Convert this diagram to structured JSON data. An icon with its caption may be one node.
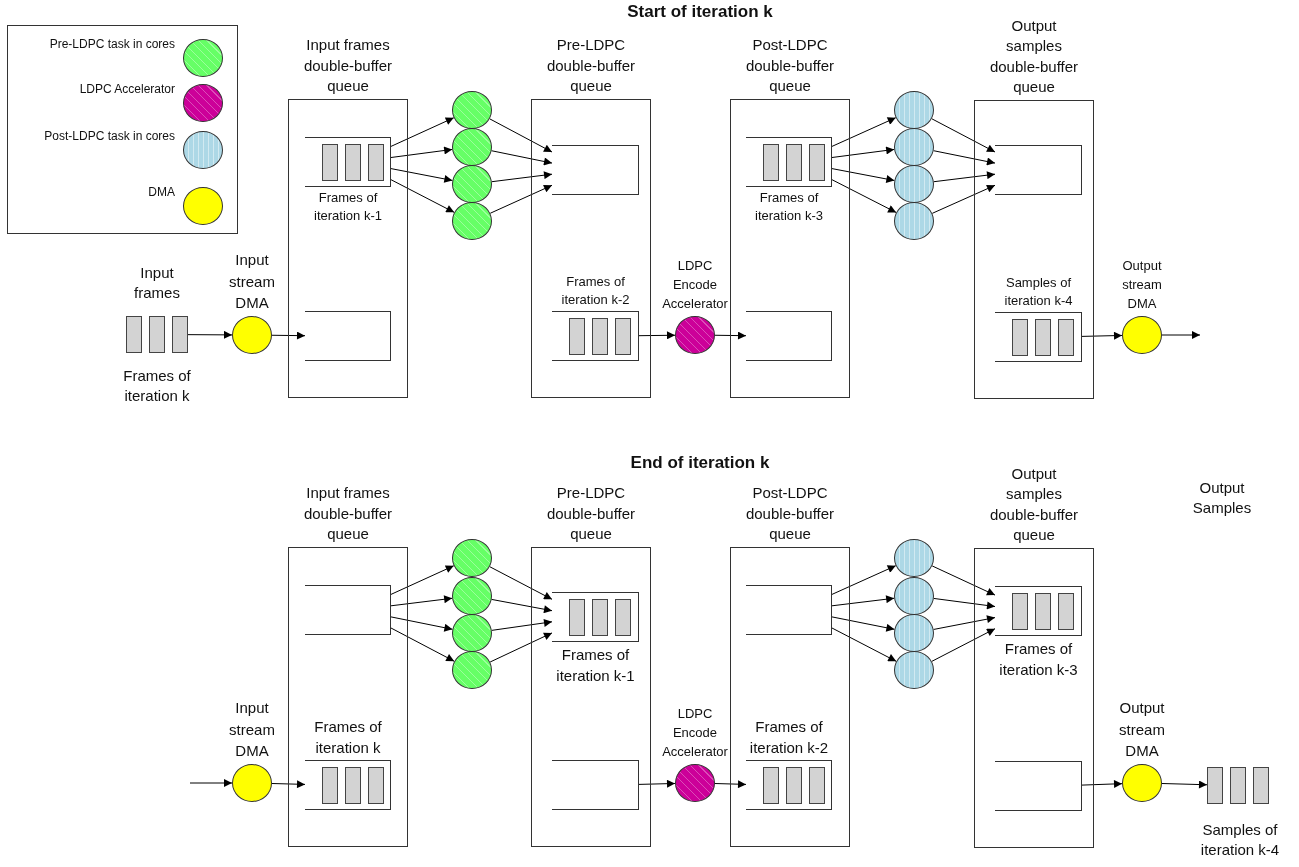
{
  "diagram": {
    "nodes": [
      {
        "text": [
          "Input frames double-buffer queue"
        ]
      },
      {
        "text": [],
        "shape": "box",
        "in": 0,
        "beside": [
          "Frames of iteration k-1"
        ]
      },
      {
        "text": [],
        "shape": "bar",
        "in": 1
      },
      {
        "text": [],
        "shape": "bar",
        "in": 1
      },
      {
        "text": [],
        "shape": "bar",
        "in": 1
      },
      {
        "text": [],
        "shape": "box",
        "in": 0
      },
      {
        "text": [],
        "shape": "circle"
      },
      {
        "text": [],
        "shape": "circle"
      },
      {
        "text": [],
        "shape": "circle"
      },
      {
        "text": [],
        "shape": "circle"
      },
      {
        "text": [
          "Pre-LDPC double-buffer queue"
        ]
      },
      {
        "text": [],
        "shape": "box",
        "in": 10
      },
      {
        "text": [],
        "shape": "box",
        "in": 10,
        "beside": [
          "Frames of iteration k-2"
        ]
      },
      {
        "text": [],
        "shape": "bar",
        "in": 12
      },
      {
        "text": [],
        "shape": "bar",
        "in": 12
      },
      {
        "text": [],
        "shape": "bar",
        "in": 12
      },
      {
        "text": [],
        "shape": "circle",
        "beside": [
          "LDPC Encode Accelerator"
        ]
      },
      {
        "text": [
          "Post-LDPC double-buffer queue"
        ]
      },
      {
        "text": [],
        "shape": "box",
        "in": 17,
        "beside": [
          "Frames of iteration k-3"
        ]
      },
      {
        "text": [],
        "shape": "bar",
        "in": 18
      },
      {
        "text": [],
        "shape": "bar",
        "in": 18
      },
      {
        "text": [],
        "shape": "bar",
        "in": 18
      },
      {
        "text": [],
        "shape": "box",
        "in": 17
      },
      {
        "text": [],
        "shape": "circle"
      },
      {
        "text": [],
        "shape": "circle"
      },
      {
        "text": [],
        "shape": "circle"
      },
      {
        "text": [],
        "shape": "circle"
      },
      {
        "text": [
          "Output samples double-buffer queue"
        ]
      },
      {
        "text": [],
        "shape": "box",
        "in": 27
      },
      {
        "text": [],
        "shape": "box",
        "in": 27,
        "beside": [
          "Samples of iteration k-4"
        ]
      },
      {
        "text": [],
        "shape": "bar",
        "in": 29
      },
      {
        "text": [],
        "shape": "bar",
        "in": 29
      },
      {
        "text": [],
        "shape": "bar",
        "in": 29
      },
      {
        "text": [],
        "shape": "circle",
        "beside": [
          "Output stream DMA"
        ]
      },
      {
        "text": [],
        "shape": "bar"
      },
      {
        "text": [],
        "shape": "bar"
      },
      {
        "text": [],
        "shape": "bar"
      },
      {
        "text": [],
        "shape": "circle",
        "beside": [
          "Input stream DMA"
        ]
      },
      {
        "text": [
          "Input frames double-buffer queue"
        ]
      },
      {
        "text": [],
        "shape": "box",
        "in": 38
      },
      {
        "text": [],
        "shape": "box",
        "in": 38,
        "beside": [
          "Frames of iteration k"
        ]
      },
      {
        "text": [],
        "shape": "bar",
        "in": 40
      },
      {
        "text": [],
        "shape": "bar",
        "in": 40
      },
      {
        "text": [],
        "shape": "bar",
        "in": 40
      },
      {
        "text": [],
        "shape": "circle"
      },
      {
        "text": [],
        "shape": "circle"
      },
      {
        "text": [],
        "shape": "circle"
      },
      {
        "text": [],
        "shape": "circle"
      },
      {
        "text": [
          "Pre-LDPC double-buffer queue"
        ]
      },
      {
        "text": [],
        "shape": "box",
        "in": 48,
        "beside": [
          "Frames of iteration k-1"
        ]
      },
      {
        "text": [],
        "shape": "bar",
        "in": 49
      },
      {
        "text": [],
        "shape": "bar",
        "in": 49
      },
      {
        "text": [],
        "shape": "bar",
        "in": 49
      },
      {
        "text": [],
        "shape": "box",
        "in": 48
      },
      {
        "text": [],
        "shape": "circle",
        "beside": [
          "LDPC Encode Accelerator"
        ]
      },
      {
        "text": [
          "Post-LDPC double-buffer queue"
        ]
      },
      {
        "text": [],
        "shape": "box",
        "in": 55
      },
      {
        "text": [],
        "shape": "box",
        "in": 55,
        "beside": [
          "Frames of iteration k-2"
        ]
      },
      {
        "text": [],
        "shape": "bar",
        "in": 57
      },
      {
        "text": [],
        "shape": "bar",
        "in": 57
      },
      {
        "text": [],
        "shape": "bar",
        "in": 57
      },
      {
        "text": [],
        "shape": "circle"
      },
      {
        "text": [],
        "shape": "circle"
      },
      {
        "text": [],
        "shape": "circle"
      },
      {
        "text": [],
        "shape": "circle"
      },
      {
        "text": [
          "Output samples double-buffer queue"
        ]
      },
      {
        "text": [],
        "shape": "box",
        "in": 65,
        "beside": [
          "Frames of iteration k-3"
        ]
      },
      {
        "text": [],
        "shape": "bar",
        "in": 66
      },
      {
        "text": [],
        "shape": "bar",
        "in": 66
      },
      {
        "text": [],
        "shape": "bar",
        "in": 66
      },
      {
        "text": [],
        "shape": "box",
        "in": 65
      },
      {
        "text": [],
        "shape": "circle",
        "beside": [
          "Output stream DMA"
        ]
      },
      {
        "text": [],
        "shape": "bar"
      },
      {
        "text": [],
        "shape": "bar"
      },
      {
        "text": [],
        "shape": "bar"
      },
      {
        "text": [],
        "shape": "circle",
        "beside": [
          "Input stream DMA"
        ]
      }
    ],
    "edges": [
      {
        "from": 36,
        "to": 37,
        "arrow": "to"
      },
      {
        "from": 37,
        "to": 5,
        "arrow": "to"
      },
      {
        "from": 1,
        "to": 6,
        "arrow": "to"
      },
      {
        "from": 1,
        "to": 7,
        "arrow": "to"
      },
      {
        "from": 1,
        "to": 8,
        "arrow": "to"
      },
      {
        "from": 1,
        "to": 9,
        "arrow": "to"
      },
      {
        "from": 6,
        "to": 11,
        "arrow": "to"
      },
      {
        "from": 7,
        "to": 11,
        "arrow": "to"
      },
      {
        "from": 8,
        "to": 11,
        "arrow": "to"
      },
      {
        "from": 9,
        "to": 11,
        "arrow": "to"
      },
      {
        "from": 12,
        "to": 16,
        "arrow": "to"
      },
      {
        "from": 16,
        "to": 22,
        "arrow": "to"
      },
      {
        "from": 18,
        "to": 23,
        "arrow": "to"
      },
      {
        "from": 18,
        "to": 24,
        "arrow": "to"
      },
      {
        "from": 18,
        "to": 25,
        "arrow": "to"
      },
      {
        "from": 18,
        "to": 26,
        "arrow": "to"
      },
      {
        "from": 23,
        "to": 28,
        "arrow": "to"
      },
      {
        "from": 24,
        "to": 28,
        "arrow": "to"
      },
      {
        "from": 25,
        "to": 28,
        "arrow": "to"
      },
      {
        "from": 26,
        "to": 28,
        "arrow": "to"
      },
      {
        "from": 29,
        "to": 33,
        "arrow": "to"
      },
      {
        "from": 33,
        "to": null,
        "arrow": "to"
      },
      {
        "from": null,
        "to": 75,
        "arrow": "to"
      },
      {
        "from": 75,
        "to": 40,
        "arrow": "to"
      },
      {
        "from": 39,
        "to": 44,
        "arrow": "to"
      },
      {
        "from": 39,
        "to": 45,
        "arrow": "to"
      },
      {
        "from": 39,
        "to": 46,
        "arrow": "to"
      },
      {
        "from": 39,
        "to": 47,
        "arrow": "to"
      },
      {
        "from": 44,
        "to": 49,
        "arrow": "to"
      },
      {
        "from": 45,
        "to": 49,
        "arrow": "to"
      },
      {
        "from": 46,
        "to": 49,
        "arrow": "to"
      },
      {
        "from": 47,
        "to": 49,
        "arrow": "to"
      },
      {
        "from": 53,
        "to": 54,
        "arrow": "to"
      },
      {
        "from": 54,
        "to": 57,
        "arrow": "to"
      },
      {
        "from": 56,
        "to": 61,
        "arrow": "to"
      },
      {
        "from": 56,
        "to": 62,
        "arrow": "to"
      },
      {
        "from": 56,
        "to": 63,
        "arrow": "to"
      },
      {
        "from": 56,
        "to": 64,
        "arrow": "to"
      },
      {
        "from": 61,
        "to": 66,
        "arrow": "to"
      },
      {
        "from": 62,
        "to": 66,
        "arrow": "to"
      },
      {
        "from": 63,
        "to": 66,
        "arrow": "to"
      },
      {
        "from": 64,
        "to": 66,
        "arrow": "to"
      },
      {
        "from": 70,
        "to": 71,
        "arrow": "to"
      },
      {
        "from": 71,
        "to": 72,
        "arrow": "to"
      }
    ],
    "labels": [
      "Start of iteration k",
      "Input frames",
      "Frames of iteration k",
      "End of iteration k",
      "Output Samples",
      "Samples of iteration k-4"
    ],
    "legend": [
      {
        "text": "Pre-LDPC task in cores",
        "color": "#66ff66"
      },
      {
        "text": "LDPC Accelerator",
        "color": "#cc0099"
      },
      {
        "text": "Post-LDPC task in cores",
        "color": "#add8e6"
      },
      {
        "text": "DMA",
        "color": "#ffff00"
      }
    ]
  }
}
